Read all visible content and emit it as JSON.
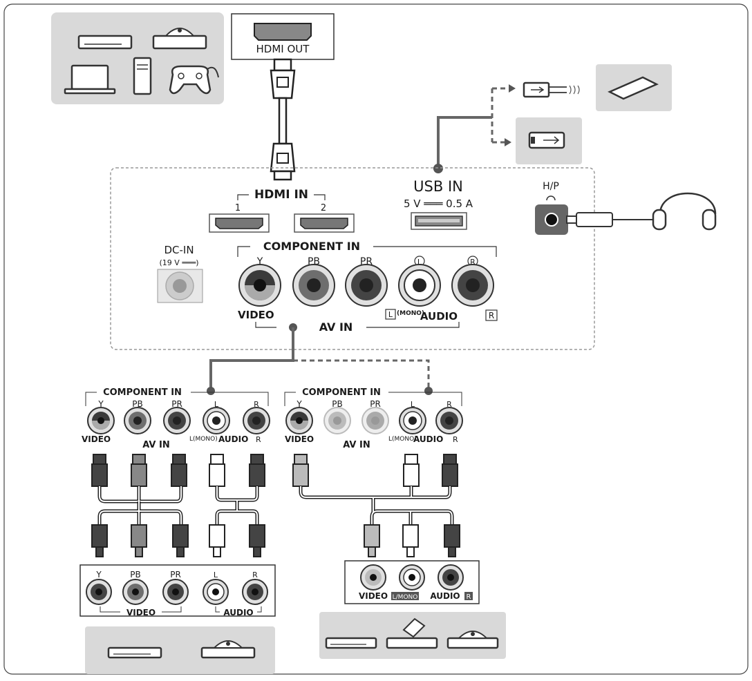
{
  "top": {
    "hdmi_out_label": "HDMI OUT"
  },
  "panel": {
    "hdmi_in_label": "HDMI IN",
    "hdmi_port_1": "1",
    "hdmi_port_2": "2",
    "usb_in_label": "USB IN",
    "usb_rating": "5 V ═══ 0.5 A",
    "hp_label": "H/P",
    "dc_in_label": "DC-IN",
    "dc_in_rating": "(19 V ═══)",
    "component_in_label": "COMPONENT IN",
    "jack_y": "Y",
    "jack_pb": "PB",
    "jack_pr": "PR",
    "jack_l": "L",
    "jack_r": "R",
    "video_label": "VIDEO",
    "av_in_label": "AV IN",
    "mono_l": "L",
    "mono_label": "(MONO)",
    "audio_label": "AUDIO",
    "audio_r": "R"
  },
  "left_device_panel": {
    "component_in_label": "COMPONENT IN",
    "jacks": [
      "Y",
      "PB",
      "PR",
      "L",
      "R"
    ],
    "video_label": "VIDEO",
    "av_in_label": "AV IN",
    "mono_label": "L(MONO)",
    "audio_label": "AUDIO",
    "audio_r": "R"
  },
  "right_device_panel": {
    "component_in_label": "COMPONENT IN",
    "jacks": [
      "Y",
      "PB",
      "PR",
      "L",
      "R"
    ],
    "video_label": "VIDEO",
    "av_in_label": "AV IN",
    "mono_label": "L(MONO)",
    "audio_label": "AUDIO",
    "audio_r": "R"
  },
  "left_source": {
    "jacks": [
      "Y",
      "PB",
      "PR",
      "L",
      "R"
    ],
    "video_label": "VIDEO",
    "audio_label": "AUDIO"
  },
  "right_source": {
    "video_label": "VIDEO",
    "mono_badge": "L/MONO",
    "audio_label": "AUDIO",
    "r_badge": "R"
  },
  "colors": {
    "device_box": "#d9d9d9",
    "jack_dark": "#3a3a3a",
    "jack_mid": "#6e6e6e",
    "line": "#555555"
  }
}
